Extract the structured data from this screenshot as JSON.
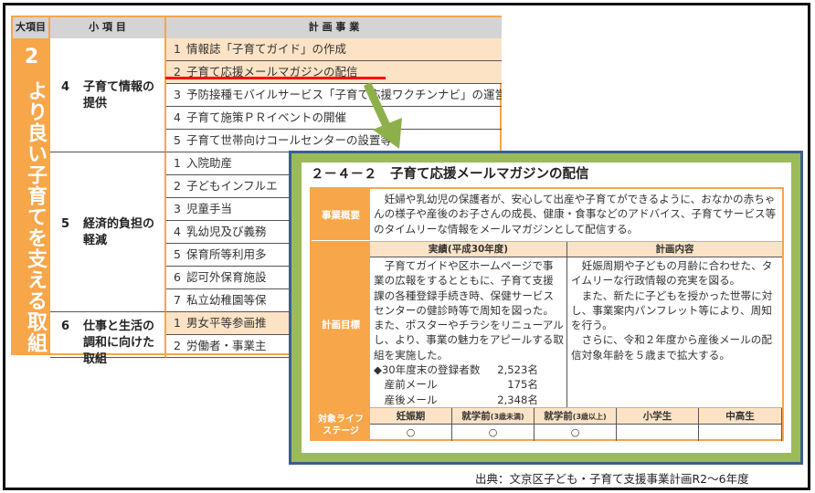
{
  "left_table": {
    "headers": [
      "大項目",
      "小 項 目",
      "計 画 事 業"
    ],
    "major": {
      "number": "2",
      "title": "より良い子育てを支える取組"
    },
    "groups": [
      {
        "number": "4",
        "title": "子育て情報の提供",
        "items": [
          {
            "n": "1",
            "label": "情報誌「子育てガイド」の作成",
            "highlight": true
          },
          {
            "n": "2",
            "label": "子育て応援メールマガジンの配信",
            "highlight": true
          },
          {
            "n": "3",
            "label": "予防接種モバイルサービス「子育て応援ワクチンナビ」の運営",
            "highlight": false
          },
          {
            "n": "4",
            "label": "子育て施策ＰＲイベントの開催",
            "highlight": false
          },
          {
            "n": "5",
            "label": "子育て世帯向けコールセンターの設置等",
            "highlight": false
          }
        ]
      },
      {
        "number": "5",
        "title": "経済的負担の軽減",
        "items": [
          {
            "n": "1",
            "label": "入院助産",
            "highlight": false
          },
          {
            "n": "2",
            "label": "子どもインフルエ",
            "highlight": false
          },
          {
            "n": "3",
            "label": "児童手当",
            "highlight": false
          },
          {
            "n": "4",
            "label": "乳幼児及び義務",
            "highlight": false
          },
          {
            "n": "5",
            "label": "保育所等利用多",
            "highlight": false
          },
          {
            "n": "6",
            "label": "認可外保育施設",
            "highlight": false
          },
          {
            "n": "7",
            "label": "私立幼稚園等保",
            "highlight": false
          }
        ]
      },
      {
        "number": "6",
        "title": "仕事と生活の調和に向けた取組",
        "items": [
          {
            "n": "1",
            "label": "男女平等参画推",
            "highlight": true
          },
          {
            "n": "2",
            "label": "労働者・事業主",
            "highlight": false
          }
        ]
      }
    ]
  },
  "detail": {
    "title": "２－４－２　子育て応援メールマガジンの配信",
    "overview_label": "事業概要",
    "overview": "　妊婦や乳幼児の保護者が、安心して出産や子育てができるように、おなかの赤ちゃんの様子や産後のお子さんの成長、健康・食事などのアドバイス、子育てサービス等のタイムリーな情報をメールマガジンとして配信する。",
    "goal_label": "計画目標",
    "results_header": "実績(平成30年度)",
    "plan_header": "計画内容",
    "results_text": "　子育てガイドや区ホームページで事業の広報をするとともに、子育て支援課の各種登録手続き時、保健サービスセンターの健診時等で周知を図った。また、ポスターやチラシをリニューアルし、より、事業の魅力をアピールする取組を実施した。",
    "stats": [
      {
        "label": "◆30年度末の登録者数",
        "value": "2,523名"
      },
      {
        "label": "　産前メール",
        "value": "175名"
      },
      {
        "label": "　産後メール",
        "value": "2,348名"
      }
    ],
    "plan_text": "　妊娠周期や子どもの月齢に合わせた、タイムリーな行政情報の充実を図る。\n　また、新たに子どもを授かった世帯に対し、事業案内パンフレット等により、周知を行う。\n　さらに、令和２年度から産後メールの配信対象年齢を５歳まで拡大する。",
    "life_label": "対象ライフステージ",
    "stages": [
      {
        "name": "妊娠期",
        "sub": "",
        "mark": "○"
      },
      {
        "name": "就学前",
        "sub": "(3歳未満)",
        "mark": "○"
      },
      {
        "name": "就学前",
        "sub": "(3歳以上)",
        "mark": "○"
      },
      {
        "name": "小学生",
        "sub": "",
        "mark": ""
      },
      {
        "name": "中高生",
        "sub": "",
        "mark": ""
      }
    ]
  },
  "source": "出典：文京区子ども・子育て支援事業計画R2～6年度",
  "colors": {
    "orange": "#f7a64a",
    "light_orange": "#fde3c6",
    "green": "#9bbb59",
    "blue": "#3a5f8f",
    "red": "#ff0000"
  }
}
